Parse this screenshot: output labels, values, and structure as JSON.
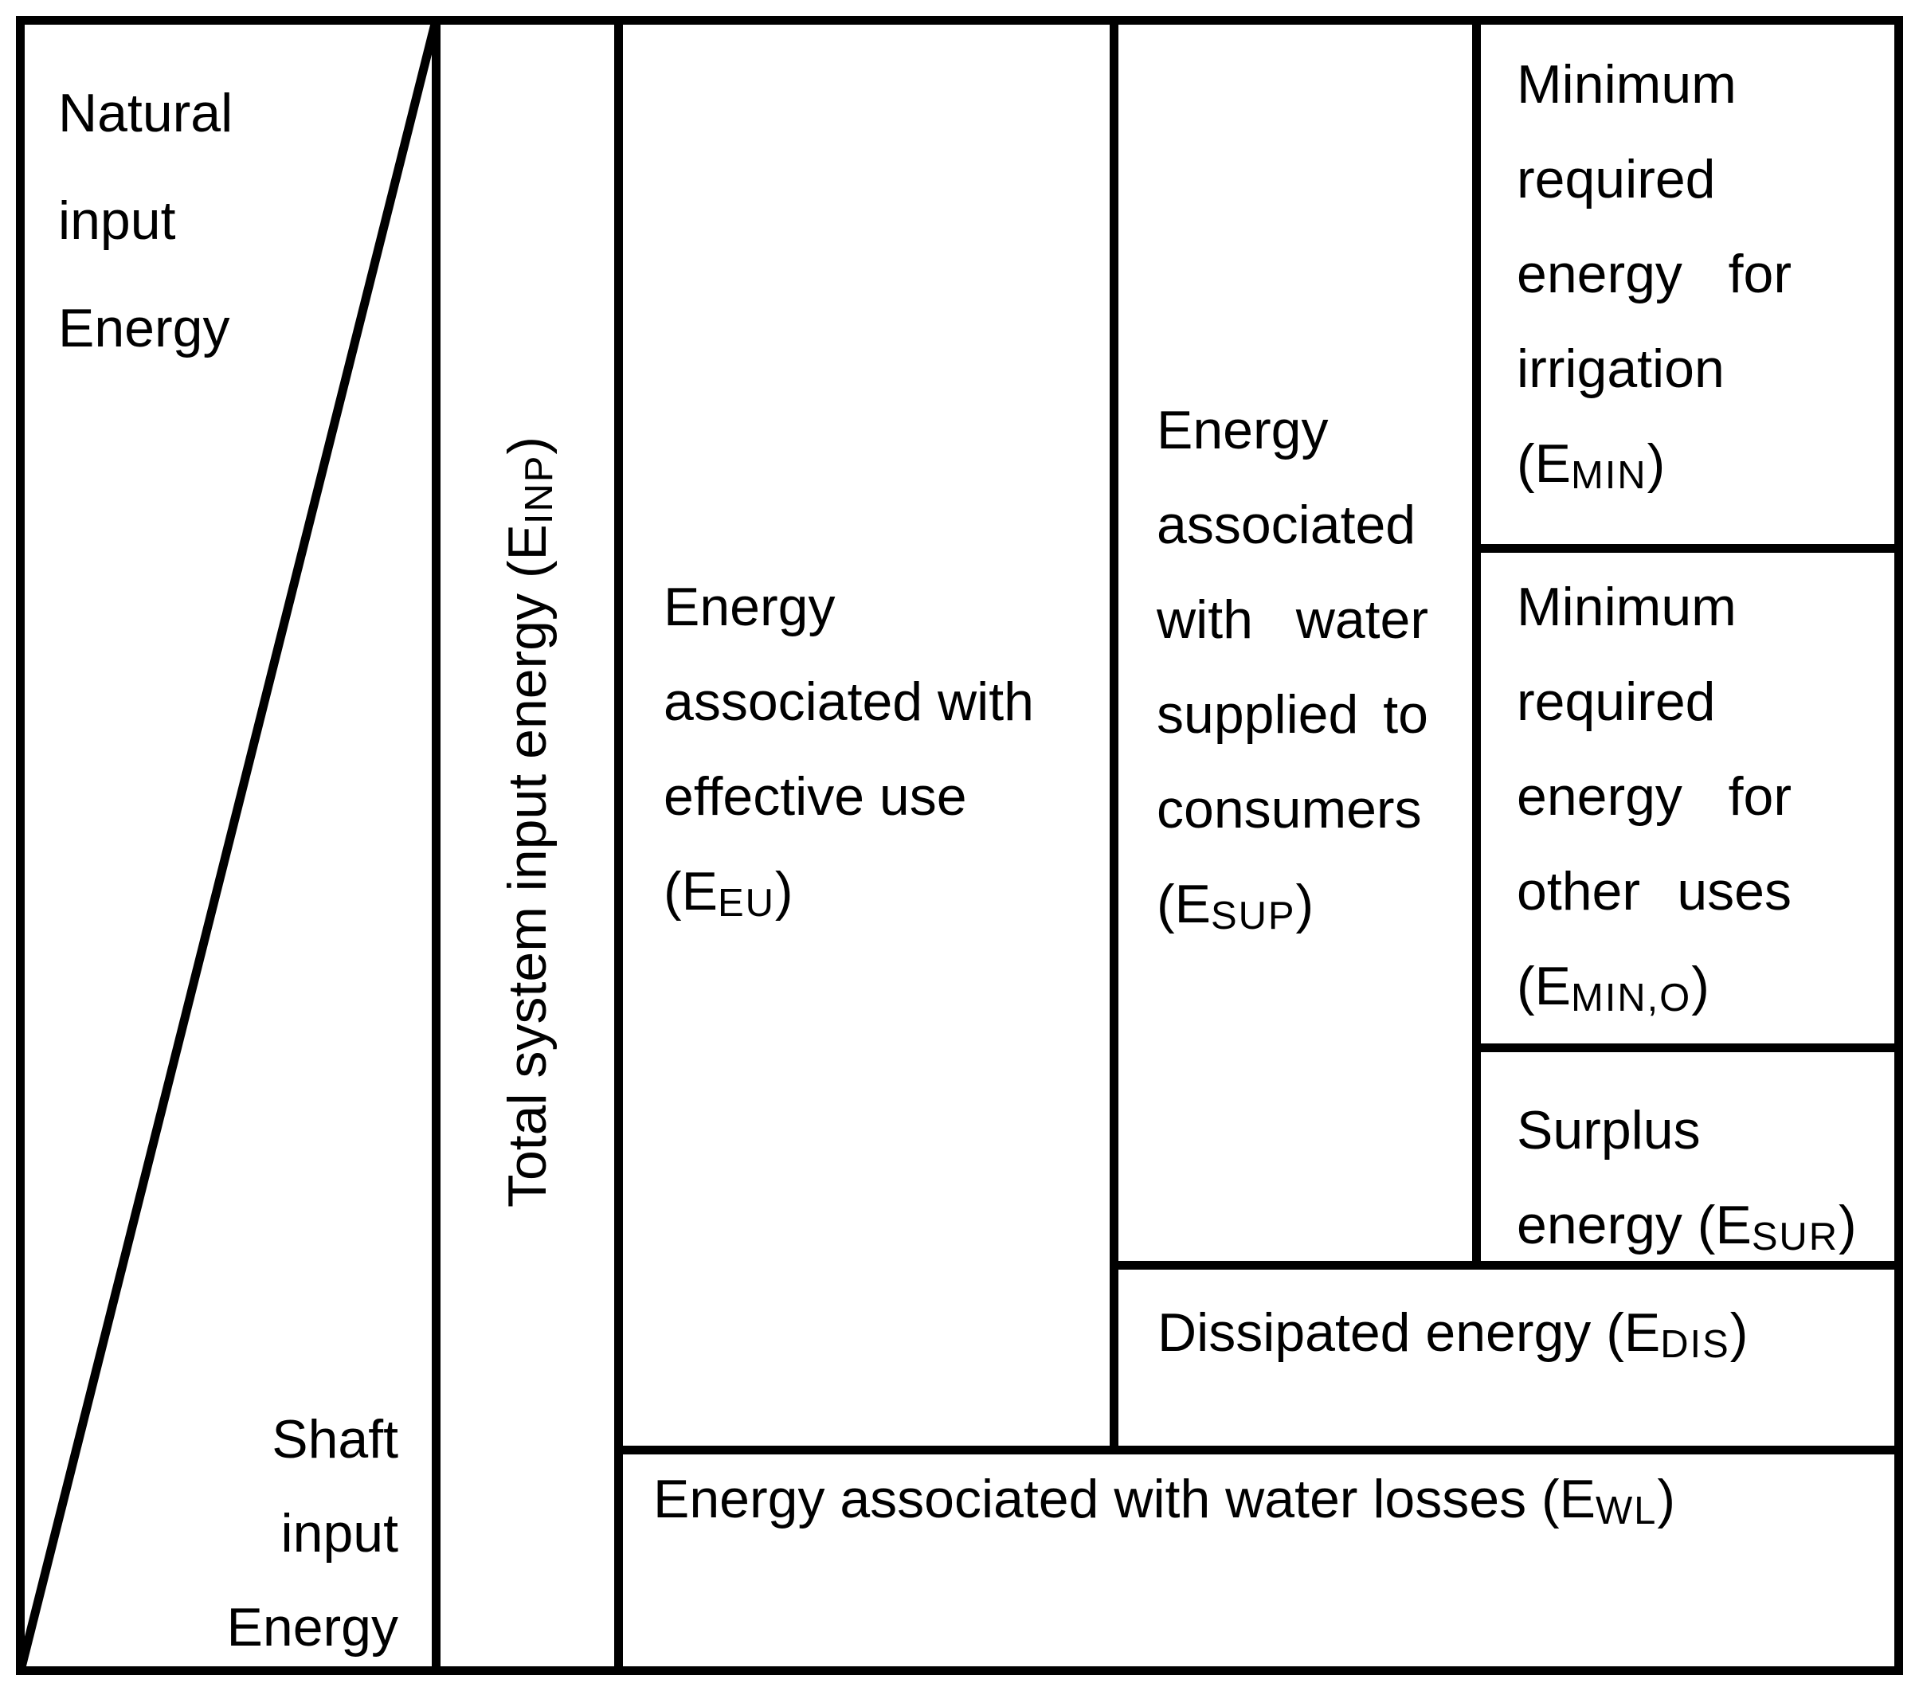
{
  "figure": {
    "title_hint": "Energy balance scheme of a water supply system",
    "background_color": "#ffffff",
    "ink_color": "#000000",
    "natural_input": {
      "l1": "Natural",
      "l2": "input",
      "l3": "Energy"
    },
    "shaft_input": {
      "l1": "Shaft",
      "l2": "input",
      "l3": "Energy"
    },
    "total_input": {
      "pre": "Total system input energy (E",
      "sub": "INP",
      "post": ")"
    },
    "effective_use": {
      "l1": "Energy",
      "l2": "associated with",
      "l3": "effective use",
      "pre": "(E",
      "sub": "EU",
      "post": ")"
    },
    "supplied_consumers": {
      "l1": "Energy",
      "l2": "associated",
      "l3a": "with",
      "l3b": "water",
      "l4a": "supplied",
      "l4b": "to",
      "l5": "consumers",
      "pre": "(E",
      "sub": "SUP",
      "post": ")"
    },
    "min_irrigation": {
      "l1": "Minimum",
      "l2": "required",
      "l3a": "energy",
      "l3b": "for",
      "l4": "irrigation",
      "pre": "(E",
      "sub": "MIN",
      "post": ")"
    },
    "min_other_uses": {
      "l1": "Minimum",
      "l2": "required",
      "l3a": "energy",
      "l3b": "for",
      "l4a": "other",
      "l4b": "uses",
      "pre": "(E",
      "sub": "MIN,O",
      "post": ")"
    },
    "surplus": {
      "l1": "Surplus",
      "pre": "energy (E",
      "sub": "SUR",
      "post": ")"
    },
    "dissipated": {
      "pre": "Dissipated energy (E",
      "sub": "DIS",
      "post": ")"
    },
    "water_losses": {
      "pre": "Energy associated with water losses (E",
      "sub": "WL",
      "post": ")"
    }
  }
}
